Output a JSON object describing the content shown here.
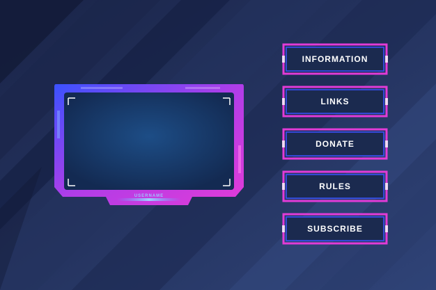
{
  "overlay": {
    "username": "USERNAME"
  },
  "panels": [
    {
      "label": "INFORMATION"
    },
    {
      "label": "LINKS"
    },
    {
      "label": "DONATE"
    },
    {
      "label": "RULES"
    },
    {
      "label": "SUBSCRIBE"
    }
  ],
  "colors": {
    "background": "#1f2e55",
    "panel_fill": "#1b2a4f",
    "accent_pink": "#e23bd7",
    "accent_blue": "#3a52ff",
    "screen_center": "#1d4d86",
    "screen_edge": "#132a52"
  }
}
